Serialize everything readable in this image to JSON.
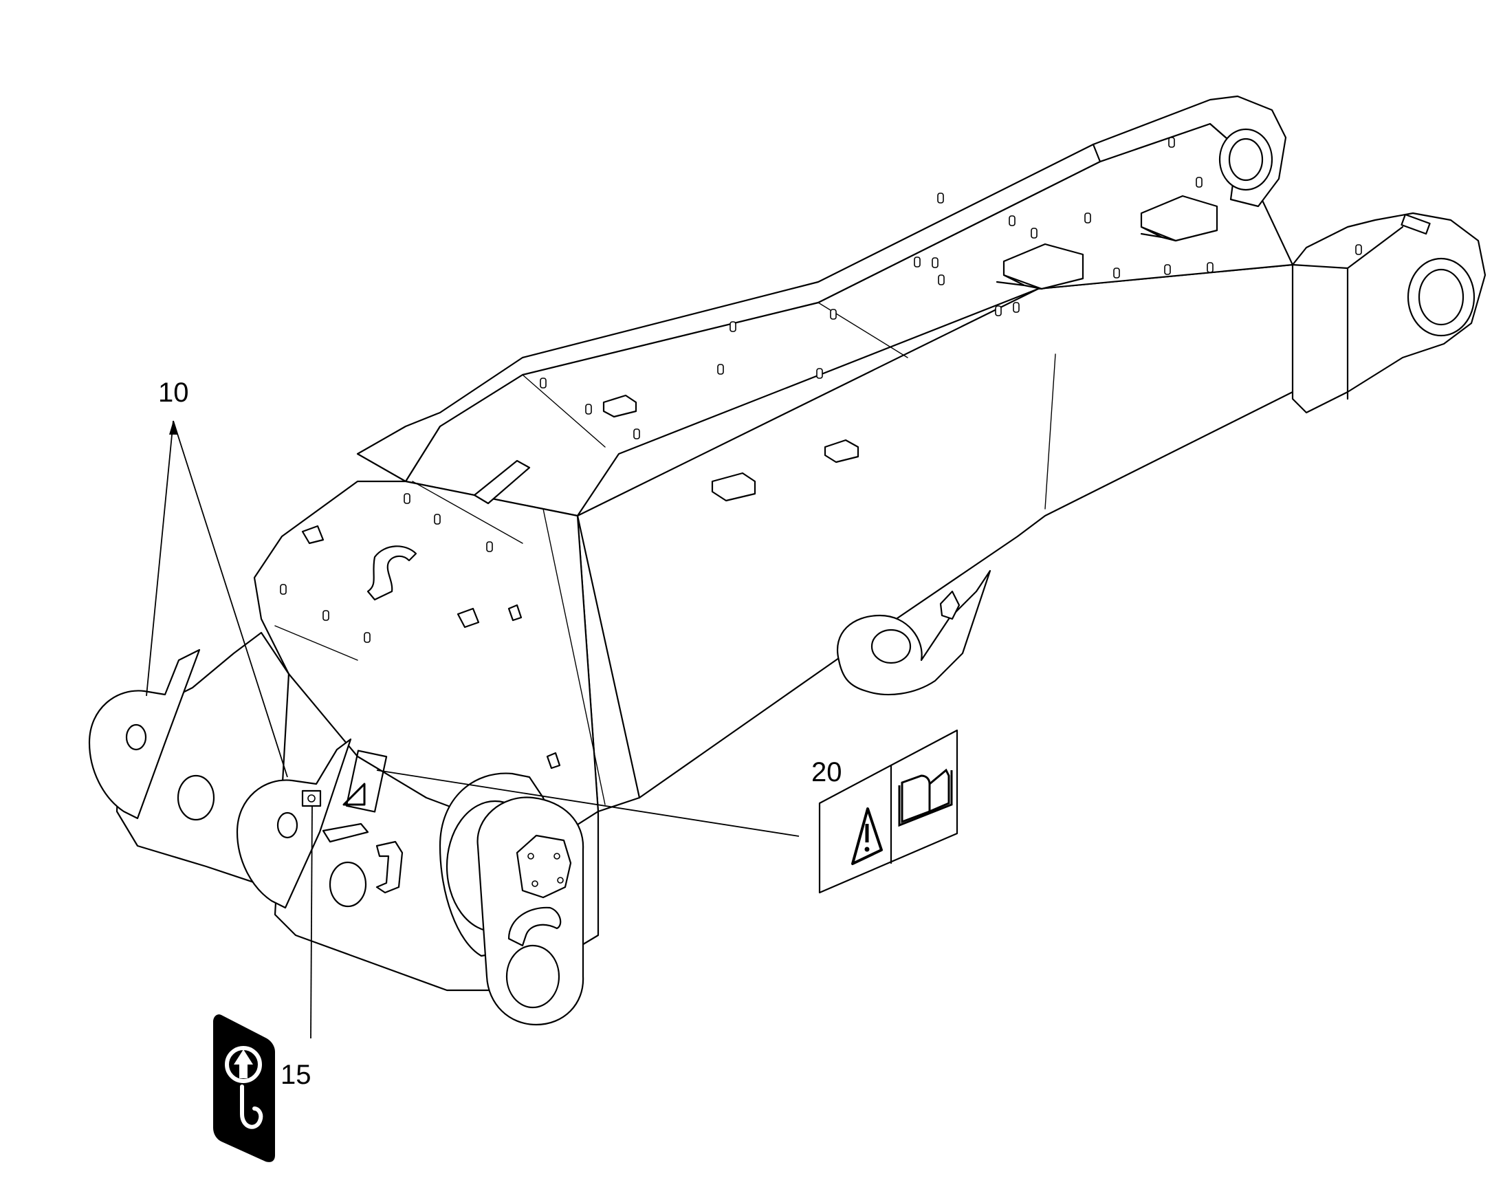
{
  "callouts": [
    {
      "id": "10",
      "label": "10"
    },
    {
      "id": "15",
      "label": "15"
    },
    {
      "id": "20",
      "label": "20"
    }
  ],
  "colors": {
    "line": "#000000",
    "background": "#ffffff",
    "decal_fill": "#000000"
  },
  "icons": {
    "decal_15": "lifting-hook-icon",
    "decal_20_left": "warning-triangle-icon",
    "decal_20_right": "read-manual-book-icon"
  }
}
